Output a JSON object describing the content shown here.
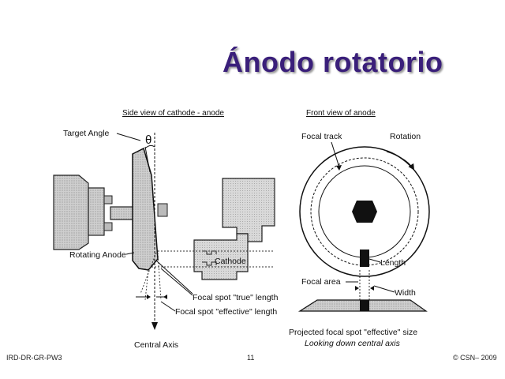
{
  "slide": {
    "title": "Ánodo rotatorio",
    "footer_left": "IRD-DR-GR-PW3",
    "page_number": "11",
    "footer_right": "© CSN– 2009"
  },
  "side_view": {
    "heading": "Side view of cathode - anode",
    "target_angle_label": "Target Angle",
    "theta_symbol": "θ",
    "rotating_anode_label": "Rotating Anode",
    "cathode_label": "Cathode",
    "true_length_label": "Focal spot \"true\" length",
    "effective_length_label": "Focal spot \"effective\" length",
    "central_axis_label": "Central Axis"
  },
  "front_view": {
    "heading": "Front view of anode",
    "focal_track_label": "Focal track",
    "rotation_label": "Rotation",
    "length_label": "Length",
    "focal_area_label": "Focal area",
    "width_label": "Width",
    "projected_label": "Projected focal spot \"effective\" size",
    "looking_label": "Looking down central axis"
  }
}
